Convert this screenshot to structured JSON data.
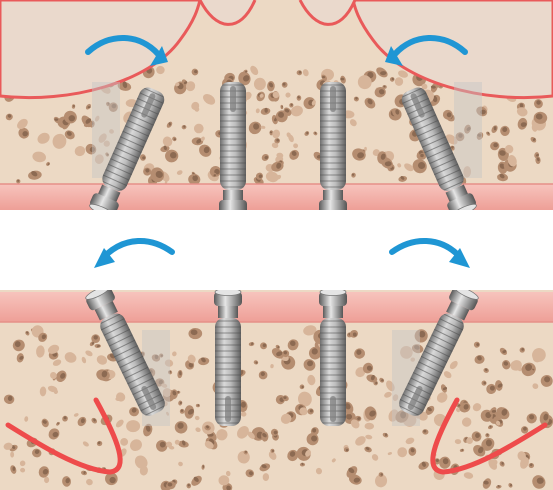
{
  "figure": {
    "panels": [
      {
        "id": "upper-jaw",
        "implants": [
          {
            "label": "posterior-left",
            "orientation": "tilted"
          },
          {
            "label": "anterior-left",
            "orientation": "straight"
          },
          {
            "label": "anterior-right",
            "orientation": "straight"
          },
          {
            "label": "posterior-right",
            "orientation": "tilted"
          }
        ],
        "arrows": [
          "curved-arrow-left",
          "curved-arrow-right"
        ],
        "anatomy": [
          "maxillary-sinus-left",
          "maxillary-sinus-right",
          "gingiva-band"
        ]
      },
      {
        "id": "lower-jaw",
        "implants": [
          {
            "label": "posterior-left",
            "orientation": "tilted"
          },
          {
            "label": "anterior-left",
            "orientation": "straight"
          },
          {
            "label": "anterior-right",
            "orientation": "straight"
          },
          {
            "label": "posterior-right",
            "orientation": "tilted"
          }
        ],
        "arrows": [
          "curved-arrow-left",
          "curved-arrow-right"
        ],
        "anatomy": [
          "inferior-alveolar-nerve-left",
          "inferior-alveolar-nerve-right",
          "gingiva-band"
        ]
      }
    ],
    "colors": {
      "bone": "#ecd9c4",
      "bone_pore": "#b58d70",
      "bone_pore_light": "#d7b59a",
      "gingiva": "#f3b4ac",
      "sinus": "#ead9cc",
      "sinus_border": "#e95a5a",
      "nerve": "#ee4b4b",
      "arrow": "#1f96d4",
      "implant_light": "#c9c9c9",
      "implant_dark": "#6e6e6e",
      "ghost": "#c6c6c6"
    }
  }
}
